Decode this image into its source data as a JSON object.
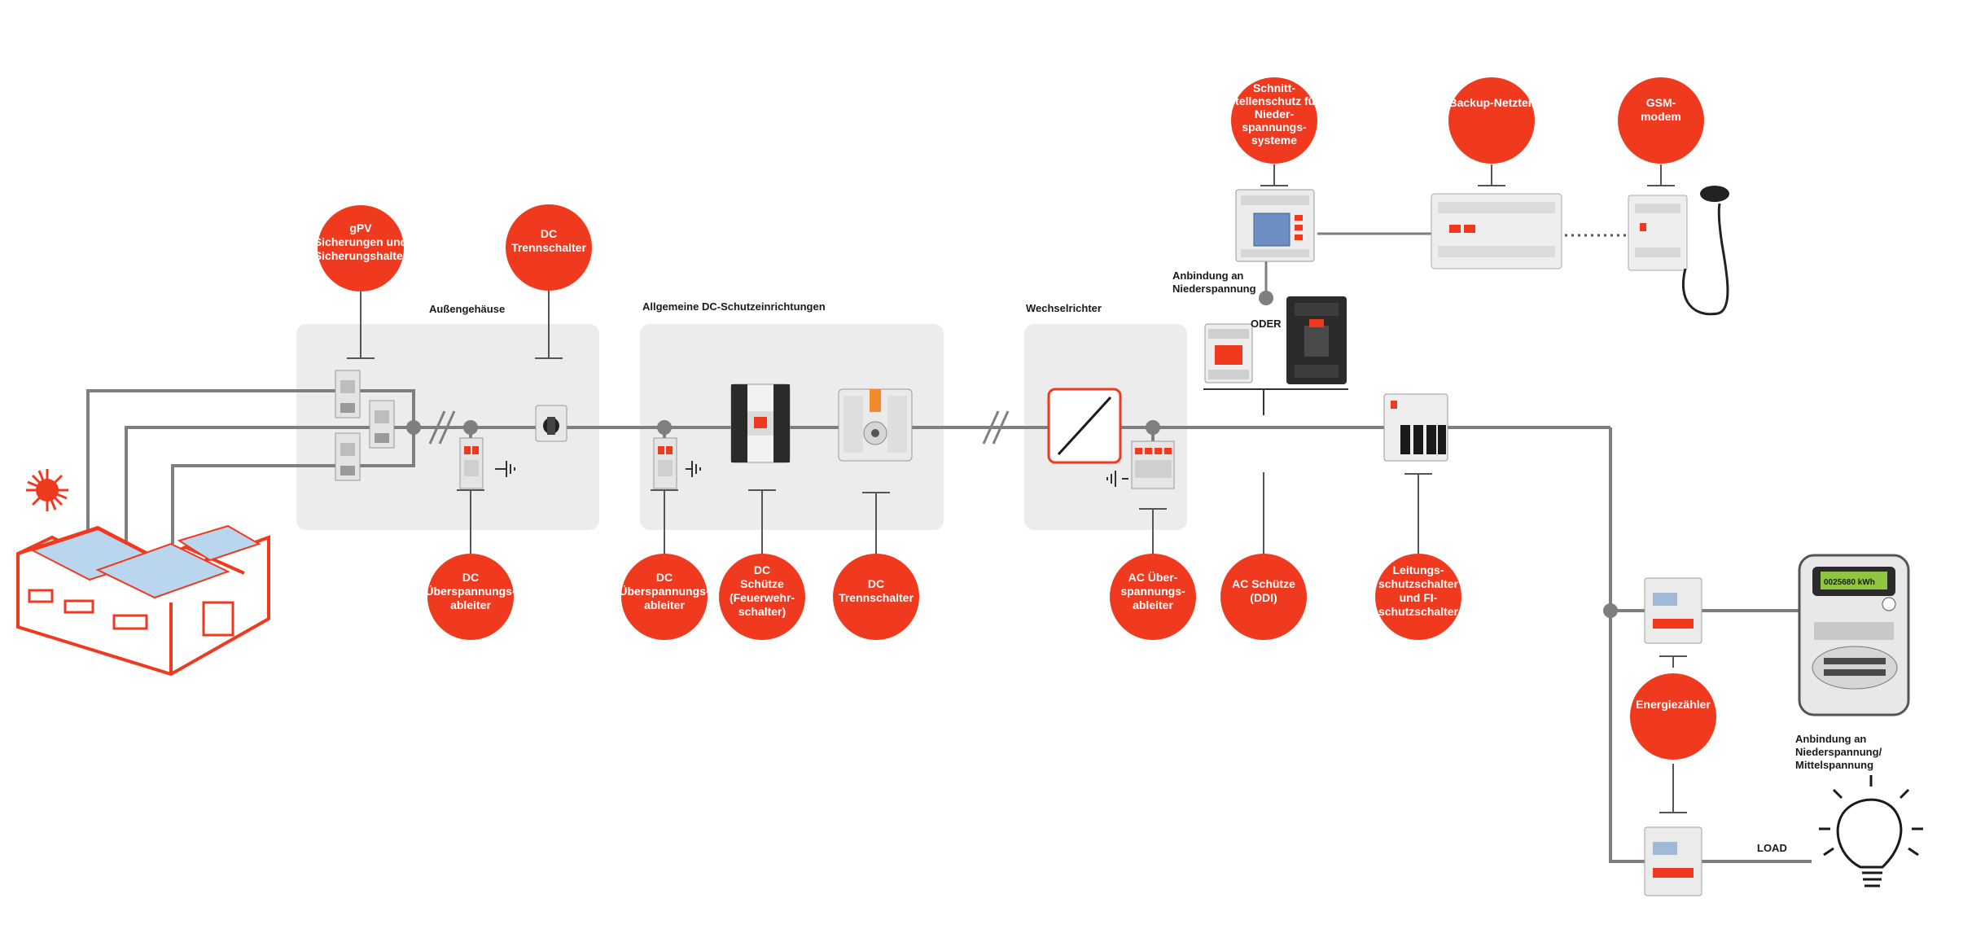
{
  "colors": {
    "accent": "#f03a1f",
    "wire": "#7f7f7f",
    "panel": "#ececec",
    "text": "#1a1a1a",
    "bubble_text": "#ffffff"
  },
  "sections": {
    "outer_housing": "Außengehäuse",
    "dc_protection": "Allgemeine DC-Schutzeinrichtungen",
    "inverter": "Wechselrichter"
  },
  "bubbles": {
    "gpv_fuses": [
      "gPV",
      "Sicherungen und",
      "Sicherungshalter"
    ],
    "dc_switch_top": [
      "DC",
      "Trennschalter"
    ],
    "dc_spd_outer": [
      "DC",
      "Überspannungs-",
      "ableiter"
    ],
    "dc_spd_general": [
      "DC",
      "Überspannungs-",
      "ableiter"
    ],
    "dc_contactor": [
      "DC",
      "Schütze",
      "(Feuerwehr-",
      "schalter)"
    ],
    "dc_switch_bottom": [
      "DC",
      "Trennschalter"
    ],
    "ac_spd": [
      "AC Über-",
      "spannungs-",
      "ableiter"
    ],
    "ac_contactor": [
      "AC Schütze",
      "(DDI)"
    ],
    "mcb_rcd": [
      "Leitungs-",
      "schutzschalter",
      "und FI-",
      "schutzschalter"
    ],
    "interface_protection": [
      "Schnitt-",
      "stellenschutz für",
      "Nieder-",
      "spannungs-",
      "systeme"
    ],
    "backup_psu": [
      "Backup-Netzteil"
    ],
    "gsm_modem": [
      "GSM-",
      "modem"
    ],
    "energy_meter": [
      "Energiezähler"
    ]
  },
  "labels": {
    "lv_connection": [
      "Anbindung an",
      "Niederspannung"
    ],
    "oder": "ODER",
    "lv_mv_connection": [
      "Anbindung an",
      "Niederspannung/",
      "Mittelspannung"
    ],
    "load": "LOAD",
    "meter_display": "0025680 kWh"
  },
  "icons": {
    "sun": "sun-icon",
    "solar_building": "solar-roof-building-icon",
    "light_bulb": "light-bulb-icon",
    "ground": "ground-symbol-icon",
    "gsm_antenna": "antenna-icon"
  }
}
